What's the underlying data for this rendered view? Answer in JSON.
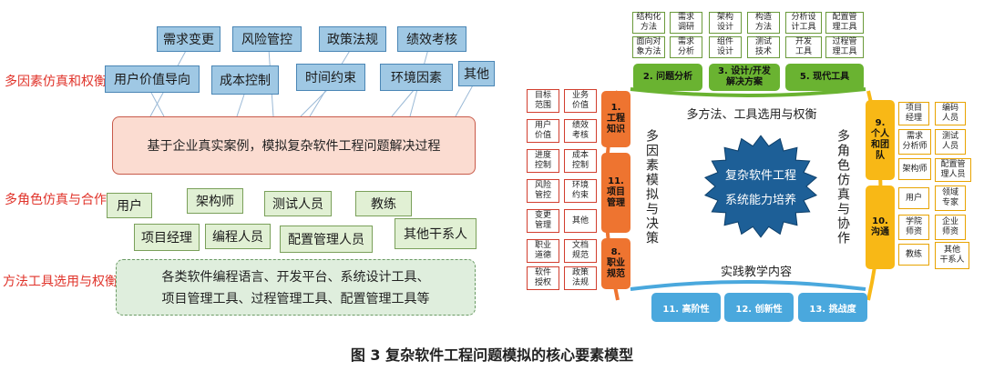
{
  "left": {
    "row_labels": [
      "多因素仿真和权衡",
      "多角色仿真与合作",
      "方法工具选用与权衡"
    ],
    "top_factors": [
      "需求变更",
      "风险管控",
      "政策法规",
      "绩效考核"
    ],
    "mid_factors": [
      "用户价值导向",
      "成本控制",
      "时间约束",
      "环境因素",
      "其他"
    ],
    "center_box": "基于企业真实案例，模拟复杂软件工程问题解决过程",
    "roles_top": [
      "用户",
      "架构师",
      "测试人员",
      "教练"
    ],
    "roles_bottom": [
      "项目经理",
      "编程人员",
      "配置管理人员",
      "其他干系人"
    ],
    "tools_box": [
      "各类软件编程语言、开发平台、系统设计工具、",
      "项目管理工具、过程管理工具、配置管理工具等"
    ]
  },
  "right": {
    "top_cells": [
      [
        "结构化\n方法",
        "需求\n调研",
        "架构\n设计",
        "构造\n方法",
        "分析设\n计工具",
        "配置管\n理工具"
      ],
      [
        "面向对\n象方法",
        "需求\n分析",
        "组件\n设计",
        "测试\n技术",
        "开发\n工具",
        "过程管\n理工具"
      ]
    ],
    "top_tabs": [
      "2. 问题分析",
      "3. 设计/开发\n解决方案",
      "5. 现代工具"
    ],
    "top_label": "多方法、工具选用与权衡",
    "left_label": "多因素模拟与决策",
    "right_label": "多角色仿真与协作",
    "bottom_label": "实践教学内容",
    "center": [
      "复杂软件工程",
      "系统能力培养"
    ],
    "left_cells": [
      [
        "目标\n范围",
        "业务\n价值"
      ],
      [
        "用户\n价值",
        "绩效\n考核"
      ],
      [
        "进度\n控制",
        "成本\n控制"
      ],
      [
        "风险\n管控",
        "环境\n约束"
      ],
      [
        "变更\n管理",
        "其他"
      ],
      [
        "职业\n道德",
        "文档\n规范"
      ],
      [
        "软件\n授权",
        "政策\n法规"
      ]
    ],
    "left_tabs": [
      "1.\n工程\n知识",
      "11.\n项目\n管理",
      "8.\n职业\n规范"
    ],
    "right_cells": [
      [
        "项目\n经理",
        "编码\n人员"
      ],
      [
        "需求\n分析师",
        "测试\n人员"
      ],
      [
        "架构师",
        "配置管\n理人员"
      ],
      [
        "用户",
        "领域\n专家"
      ],
      [
        "学院\n师资",
        "企业\n师资"
      ],
      [
        "教练",
        "其他\n干系人"
      ]
    ],
    "right_tabs": [
      "9.\n个人\n和团\n队",
      "10.\n沟通"
    ],
    "bottom_tabs": [
      "11. 高阶性",
      "12. 创新性",
      "13. 挑战度"
    ]
  },
  "caption": "图 3    复杂软件工程问题模拟的核心要素模型",
  "colors": {
    "red_label": "#e0332a",
    "green": "#6ab331",
    "orange": "#ee7430",
    "yellow": "#f8b816",
    "blue": "#4aa8dd",
    "star": "#1d5f97"
  }
}
